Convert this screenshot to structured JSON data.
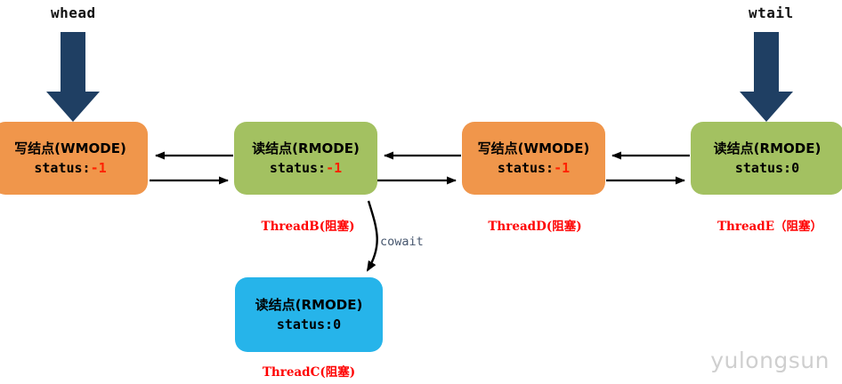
{
  "diagram": {
    "title": "AQS write/read node queue diagram",
    "background": "#ffffff",
    "colors": {
      "write_node": "#f0964b",
      "read_node": "#a3c161",
      "cowait_node": "#26b4ea",
      "pointer_arrow": "#1f3f63",
      "link_arrow": "#000000",
      "thread_label": "#ff0000",
      "status_negative": "#ff2200",
      "edge_caption": "#46566e",
      "watermark": "#cfcfcf"
    }
  },
  "pointers": [
    {
      "name": "whead-pointer",
      "label": "whead"
    },
    {
      "name": "wtail-pointer",
      "label": "wtail"
    }
  ],
  "nodes": [
    {
      "id": "node-whead",
      "kind": "write",
      "type_label": "写结点(WMODE)",
      "status_label": "status:",
      "status_value": "-1",
      "thread_label": ""
    },
    {
      "id": "node-threadb",
      "kind": "read",
      "type_label": "读结点(RMODE)",
      "status_label": "status:",
      "status_value": "-1",
      "thread_label": "ThreadB(阻塞)"
    },
    {
      "id": "node-threadd",
      "kind": "write",
      "type_label": "写结点(WMODE)",
      "status_label": "status:",
      "status_value": "-1",
      "thread_label": "ThreadD(阻塞)"
    },
    {
      "id": "node-threade",
      "kind": "read",
      "type_label": "读结点(RMODE)",
      "status_label": "status:",
      "status_value": "0",
      "thread_label": "ThreadE（阻塞）"
    },
    {
      "id": "node-threadc",
      "kind": "cowait",
      "type_label": "读结点(RMODE)",
      "status_label": "status:",
      "status_value": "0",
      "thread_label": "ThreadC(阻塞)"
    }
  ],
  "edges": [
    {
      "name": "edge-b-to-a-prev",
      "caption": ""
    },
    {
      "name": "edge-a-to-b-next",
      "caption": ""
    },
    {
      "name": "edge-d-to-b-prev",
      "caption": ""
    },
    {
      "name": "edge-b-to-d-next",
      "caption": ""
    },
    {
      "name": "edge-e-to-d-prev",
      "caption": ""
    },
    {
      "name": "edge-d-to-e-next",
      "caption": ""
    },
    {
      "name": "edge-cowait",
      "caption": "cowait"
    }
  ],
  "watermark": {
    "text": "yulongsun"
  }
}
